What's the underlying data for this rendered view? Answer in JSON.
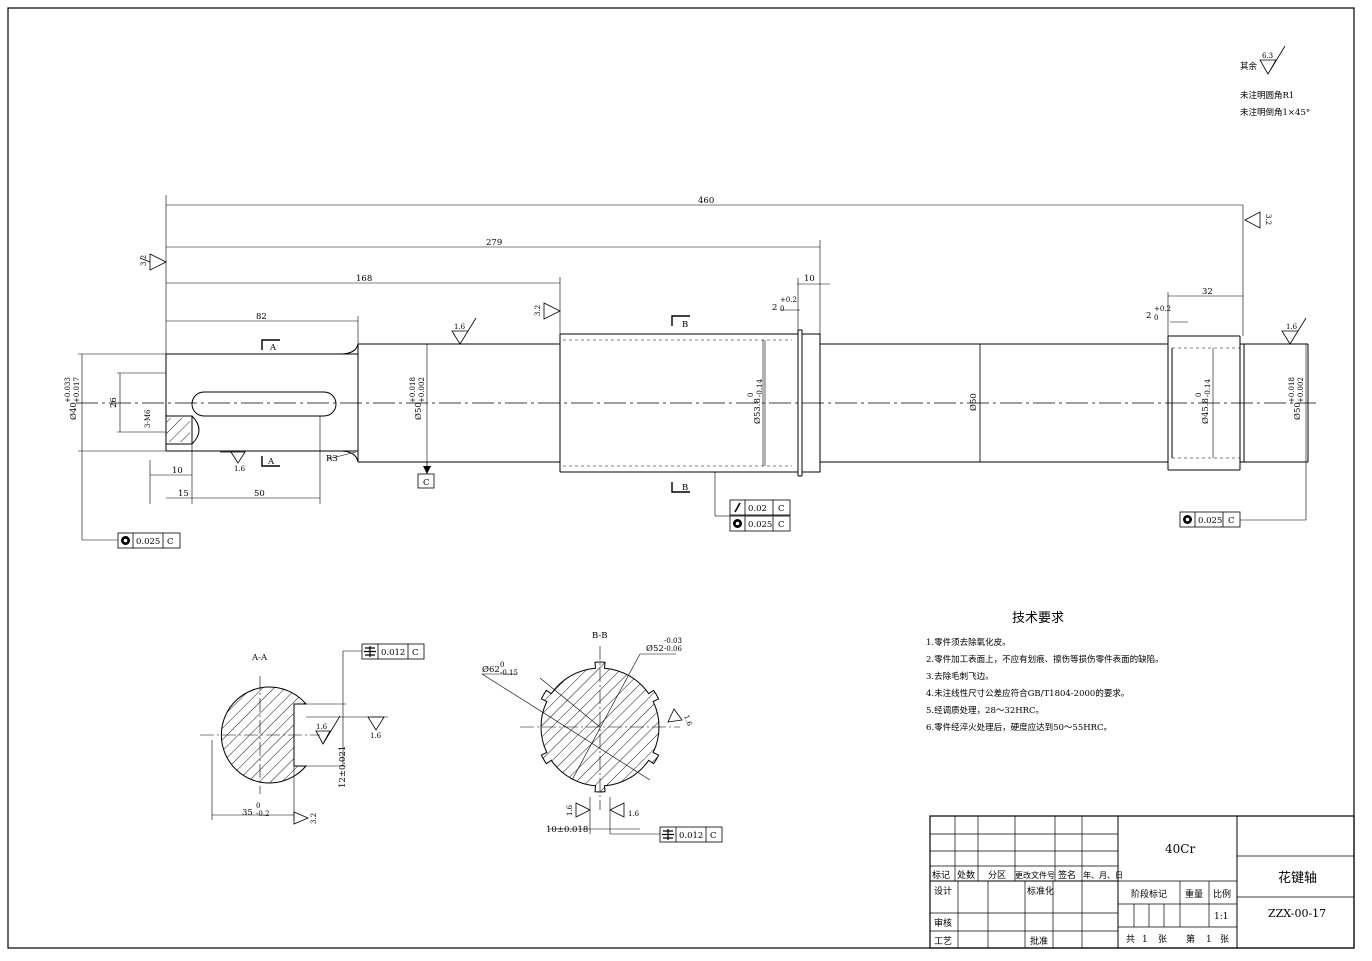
{
  "notes": {
    "rest_label": "其余",
    "rest_roughness": "6.3",
    "fillet": "未注明圆角R1",
    "chamfer": "未注明倒角1×45°"
  },
  "dims": {
    "overall": "460",
    "d279": "279",
    "d168": "168",
    "d82": "82",
    "d10_top": "10",
    "d32": "32",
    "d26": "26",
    "d10": "10",
    "d15": "15",
    "d50": "50",
    "r3": "R3",
    "groove1": "2",
    "groove1_tol": "+0.2",
    "groove1_tol_lo": "0",
    "groove2": "2",
    "groove2_tol": "+0.2",
    "groove2_tol_lo": "0",
    "dia40": "Ø40",
    "dia40_tol_hi": "+0.033",
    "dia40_tol_lo": "+0.017",
    "dia50a": "Ø50",
    "dia50a_tol_hi": "+0.018",
    "dia50a_tol_lo": "+0.002",
    "dia53": "Ø53.8",
    "dia53_tol_hi": "0",
    "dia53_tol_lo": "-0.14",
    "dia50b": "Ø50",
    "dia45": "Ø45.8",
    "dia45_tol_hi": "0",
    "dia45_tol_lo": "-0.14",
    "dia50c": "Ø50",
    "dia50c_tol_hi": "+0.018",
    "dia50c_tol_lo": "+0.002",
    "m6": "3-M6"
  },
  "roughness": {
    "r32a": "3.2",
    "r32b": "3.2",
    "r32c": "3.2",
    "r16a": "1.6",
    "r16b": "1.6",
    "r16c": "1.6"
  },
  "sections": {
    "A_label": "A",
    "B_label": "B",
    "AA_title": "A-A",
    "BB_title": "B-B",
    "datum": "C"
  },
  "tolerance_frames": {
    "f1_value": "0.025",
    "f1_datum": "C",
    "f2_value": "0.02",
    "f2_datum": "C",
    "f3_value": "0.025",
    "f3_datum": "C",
    "f4_value": "0.025",
    "f4_datum": "C",
    "f5_value": "0.012",
    "f5_datum": "C",
    "f6_value": "0.012",
    "f6_datum": "C"
  },
  "section_dims": {
    "aa_depth": "35",
    "aa_depth_tol": "0",
    "aa_depth_tol_lo": "-0.2",
    "aa_width": "12±0.021",
    "aa_r16a": "1.6",
    "aa_r16b": "1.6",
    "aa_r32": "3.2",
    "bb_outer": "Ø62",
    "bb_outer_tol_hi": "0",
    "bb_outer_tol_lo": "-0.15",
    "bb_inner": "Ø52",
    "bb_inner_tol_hi": "-0.03",
    "bb_inner_tol_lo": "-0.06",
    "bb_key": "10±0.018",
    "bb_r16a": "1.6",
    "bb_r16b": "1.6",
    "bb_r16c": "1.6"
  },
  "requirements": {
    "title": "技术要求",
    "items": [
      "1.零件须去除氧化皮。",
      "2.零件加工表面上，不应有划痕、擦伤等损伤零件表面的缺陷。",
      "3.去除毛刺飞边。",
      "4.未注线性尺寸公差应符合GB/T1804-2000的要求。",
      "5.经调质处理，28～32HRC。",
      "6.零件经淬火处理后，硬度应达到50～55HRC。"
    ]
  },
  "title_block": {
    "material": "40Cr",
    "part_name": "花键轴",
    "drawing_no": "ZZX-00-17",
    "h_mark": "标记",
    "h_count": "处数",
    "h_zone": "分区",
    "h_change": "更改文件号",
    "h_sign": "签名",
    "h_date": "年、月、日",
    "design": "设计",
    "standard": "标准化",
    "stage": "阶段标记",
    "weight": "重量",
    "scale": "比例",
    "scale_value": "1:1",
    "check": "审核",
    "process": "工艺",
    "approve": "批准",
    "total_a": "共",
    "total_n": "1",
    "total_b": "张",
    "sheet_a": "第",
    "sheet_n": "1",
    "sheet_b": "张"
  }
}
